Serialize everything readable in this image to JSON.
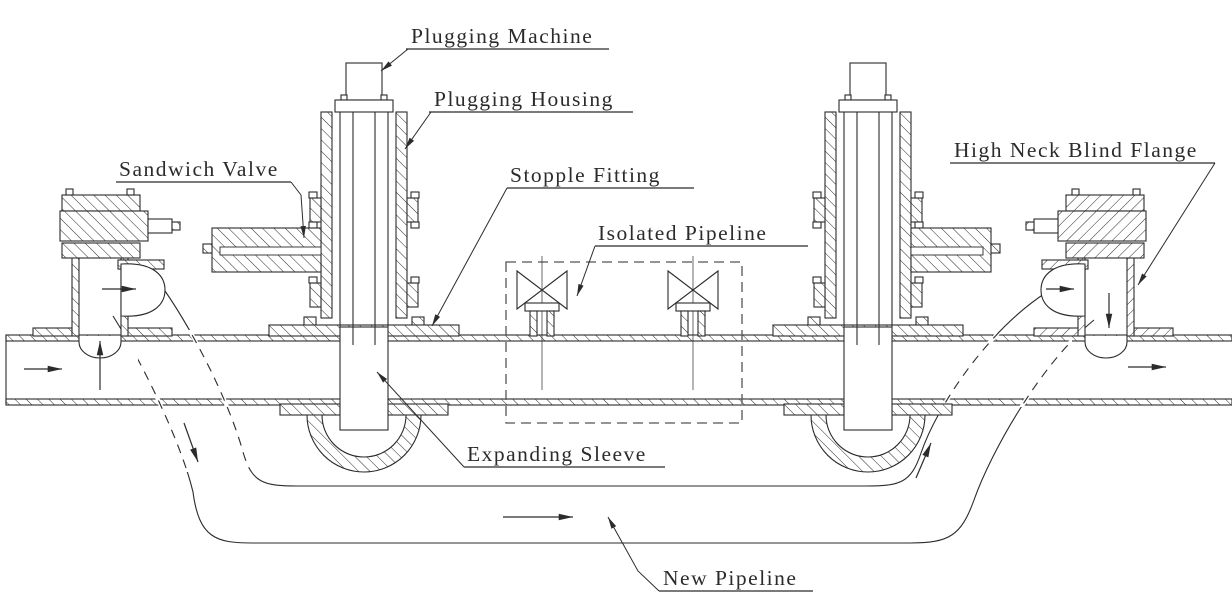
{
  "meta": {
    "title": "Pipeline stopple plugging operation cross-section diagram",
    "background_color": "#ffffff",
    "line_color": "#2b2b2b",
    "style": "black-and-white CAD engineering drawing"
  },
  "labels": [
    {
      "id": "plugging-machine",
      "text": "Plugging Machine"
    },
    {
      "id": "plugging-housing",
      "text": "Plugging Housing"
    },
    {
      "id": "sandwich-valve",
      "text": "Sandwich Valve"
    },
    {
      "id": "stopple-fitting",
      "text": "Stopple Fitting"
    },
    {
      "id": "isolated-pipeline",
      "text": "Isolated Pipeline"
    },
    {
      "id": "high-neck-blind-flange",
      "text": "High Neck Blind Flange"
    },
    {
      "id": "expanding-sleeve",
      "text": "Expanding Sleeve"
    },
    {
      "id": "new-pipeline",
      "text": "New Pipeline"
    }
  ],
  "components": [
    "main-pipeline",
    "left-plugging-machine-assembly",
    "right-plugging-machine-assembly",
    "left-sandwich-valve",
    "right-sandwich-valve",
    "left-stopple-fitting",
    "right-stopple-fitting",
    "left-expanding-sleeve-plug",
    "right-expanding-sleeve-plug",
    "left-bypass-nozzle-with-blind-flange",
    "right-bypass-nozzle-with-high-neck-blind-flange",
    "isolated-pipeline-dashed-boundary",
    "isolation-vent-valve-1",
    "isolation-vent-valve-2",
    "new-pipeline-bypass-loop"
  ],
  "flow_arrows": [
    {
      "id": "main-inlet-flow",
      "direction": "right"
    },
    {
      "id": "left-riser-flow",
      "direction": "up"
    },
    {
      "id": "left-elbow-flow",
      "direction": "right"
    },
    {
      "id": "bypass-descent-flow",
      "direction": "down"
    },
    {
      "id": "bypass-bottom-flow",
      "direction": "right"
    },
    {
      "id": "bypass-ascent-flow",
      "direction": "up"
    },
    {
      "id": "right-elbow-flow",
      "direction": "right"
    },
    {
      "id": "right-riser-flow",
      "direction": "down"
    },
    {
      "id": "main-outlet-flow",
      "direction": "right"
    }
  ]
}
